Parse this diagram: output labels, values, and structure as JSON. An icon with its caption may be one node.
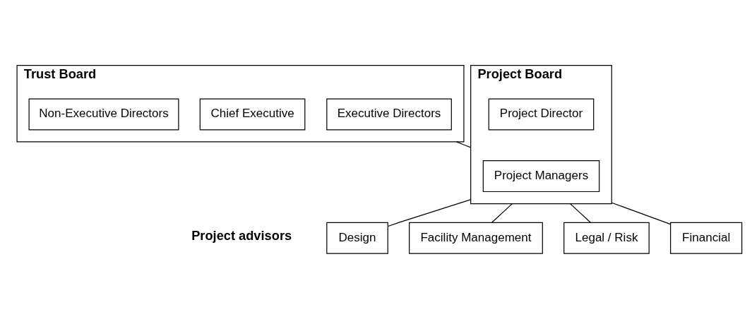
{
  "diagram": {
    "nodes": [
      {
        "text": [
          "Trust Board"
        ]
      },
      {
        "text": [
          "Non-Executive Directors"
        ],
        "in": 0
      },
      {
        "text": [
          "Chief Executive"
        ],
        "in": 0
      },
      {
        "text": [
          "Executive Directors"
        ],
        "in": 0
      },
      {
        "text": [
          "Project Board"
        ]
      },
      {
        "text": [
          "Project Director"
        ],
        "in": 4
      },
      {
        "text": [
          "Project Managers"
        ],
        "in": 4
      },
      {
        "text": [
          "Design"
        ]
      },
      {
        "text": [
          "Facility Management"
        ]
      },
      {
        "text": [
          "Legal / Risk"
        ]
      },
      {
        "text": [
          "Financial"
        ]
      }
    ],
    "edges": [
      {
        "from": 0,
        "to": 4,
        "arrow": "none"
      },
      {
        "from": 4,
        "to": 7,
        "arrow": "none"
      },
      {
        "from": 4,
        "to": 8,
        "arrow": "none"
      },
      {
        "from": 4,
        "to": 9,
        "arrow": "none"
      },
      {
        "from": 4,
        "to": 10,
        "arrow": "none"
      }
    ],
    "labels": [
      "Project advisors"
    ]
  }
}
